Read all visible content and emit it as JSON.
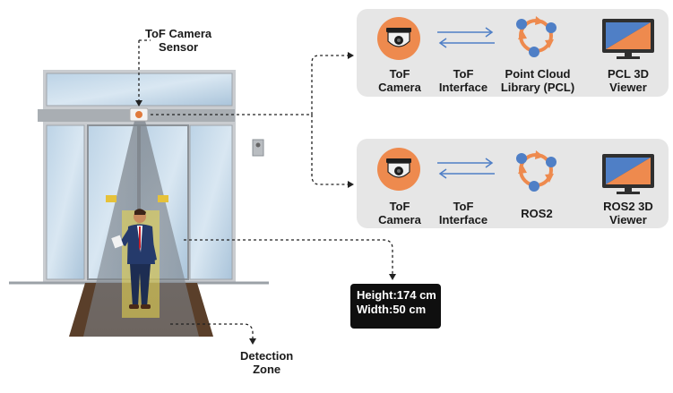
{
  "sensor_label": {
    "line1": "ToF Camera",
    "line2": "Sensor"
  },
  "detection_label": {
    "line1": "Detection",
    "line2": "Zone"
  },
  "measurement": {
    "height": "Height:174 cm",
    "width": "Width:50 cm"
  },
  "pipelines": [
    {
      "camera": {
        "line1": "ToF",
        "line2": "Camera"
      },
      "interface": {
        "line1": "ToF",
        "line2": "Interface"
      },
      "library": {
        "line1": "Point Cloud",
        "line2": "Library (PCL)"
      },
      "viewer": {
        "line1": "PCL 3D",
        "line2": "Viewer"
      }
    },
    {
      "camera": {
        "line1": "ToF",
        "line2": "Camera"
      },
      "interface": {
        "line1": "ToF",
        "line2": "Interface"
      },
      "library": {
        "line1": "ROS2",
        "line2": ""
      },
      "viewer": {
        "line1": "ROS2 3D",
        "line2": "Viewer"
      }
    }
  ],
  "colors": {
    "orange": "#ee8a4e",
    "blue": "#4f7fc6",
    "panel": "#e6e6e6",
    "floor": "#5a3f2a",
    "beam": "#8f959c",
    "zone": "#ecd84a"
  }
}
